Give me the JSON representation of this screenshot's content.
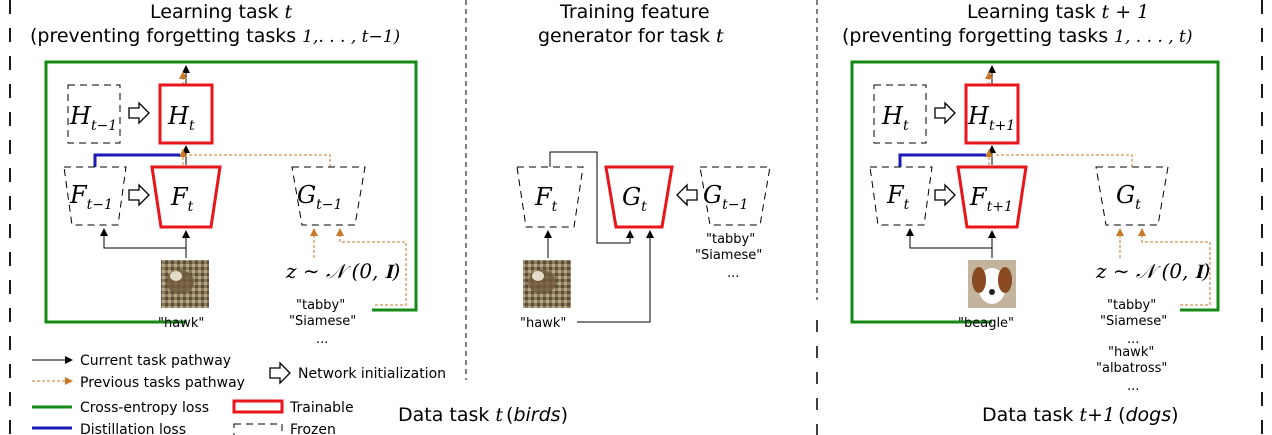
{
  "panel_left": {
    "title_line1": "Learning task",
    "title_var": "t",
    "title_line2": "(preventing forgetting tasks",
    "title_range": "1,. . . , t−1)",
    "box_h_prev_base": "H",
    "box_h_prev_sub": "t−1",
    "box_h_cur_base": "H",
    "box_h_cur_sub": "t",
    "box_f_prev_base": "F",
    "box_f_prev_sub": "t−1",
    "box_f_cur_base": "F",
    "box_f_cur_sub": "t",
    "box_g_prev_base": "G",
    "box_g_prev_sub": "t−1",
    "noise_label": "z ∼ 𝒩 (0, 𝐈)",
    "image_caption": "\"hawk\"",
    "labels": [
      "\"tabby\"",
      "\"Siamese\"",
      "..."
    ]
  },
  "panel_middle": {
    "title_line1": "Training feature",
    "title_line2": "generator for task",
    "title_var": "t",
    "box_f_base": "F",
    "box_f_sub": "t",
    "box_g_base": "G",
    "box_g_sub": "t",
    "box_g_prev_base": "G",
    "box_g_prev_sub": "t−1",
    "image_caption": "\"hawk\"",
    "labels": [
      "\"tabby\"",
      "\"Siamese\"",
      "..."
    ],
    "data_task_prefix": "Data task",
    "data_task_var": "t",
    "data_task_name": "birds"
  },
  "panel_right": {
    "title_line1": "Learning task",
    "title_var": "t + 1",
    "title_line2": "(preventing forgetting tasks",
    "title_range": "1, . . . , t)",
    "box_h_prev_base": "H",
    "box_h_prev_sub": "t",
    "box_h_cur_base": "H",
    "box_h_cur_sub": "t+1",
    "box_f_prev_base": "F",
    "box_f_prev_sub": "t",
    "box_f_cur_base": "F",
    "box_f_cur_sub": "t+1",
    "box_g_base": "G",
    "box_g_sub": "t",
    "noise_label": "z ∼ 𝒩 (0, 𝐈)",
    "image_caption": "\"beagle\"",
    "labels": [
      "\"tabby\"",
      "\"Siamese\"",
      "...",
      "\"hawk\"",
      "\"albatross\"",
      "..."
    ],
    "data_task_prefix": "Data task",
    "data_task_var": "t+1",
    "data_task_name": "dogs"
  },
  "legend": {
    "current": "Current task pathway",
    "previous": "Previous tasks pathway",
    "init": "Network initialization",
    "ce": "Cross-entropy loss",
    "distill": "Distillation loss",
    "trainable": "Trainable",
    "frozen": "Frozen"
  },
  "colors": {
    "trainable": "#e8151b",
    "ce_loss": "#148a14",
    "distill": "#1a1ab4",
    "previous": "#c87a28",
    "frozen": "#000000"
  }
}
